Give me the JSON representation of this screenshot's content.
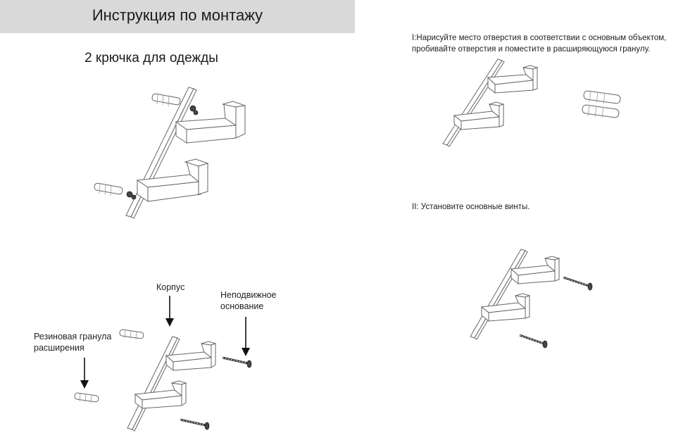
{
  "header": {
    "title": "Инструкция по монтажу"
  },
  "product": {
    "subtitle": "2 крючка для одежды"
  },
  "parts": {
    "body_label": "Корпус",
    "base_label_line1": "Неподвижное",
    "base_label_line2": "основание",
    "anchor_label_line1": "Резиновая гранула",
    "anchor_label_line2": "расширения"
  },
  "steps": {
    "step1_line1": "I:Нарисуйте место отверстия в соответствии с основным объектом,",
    "step1_line2": "пробивайте отверстия и поместите в расширяющуюся гранулу.",
    "step2": "II: Установите основные винты."
  },
  "icons": [
    "hook-rack-drawing",
    "wall-anchor-icon",
    "screw-icon",
    "arrow-down-icon"
  ]
}
